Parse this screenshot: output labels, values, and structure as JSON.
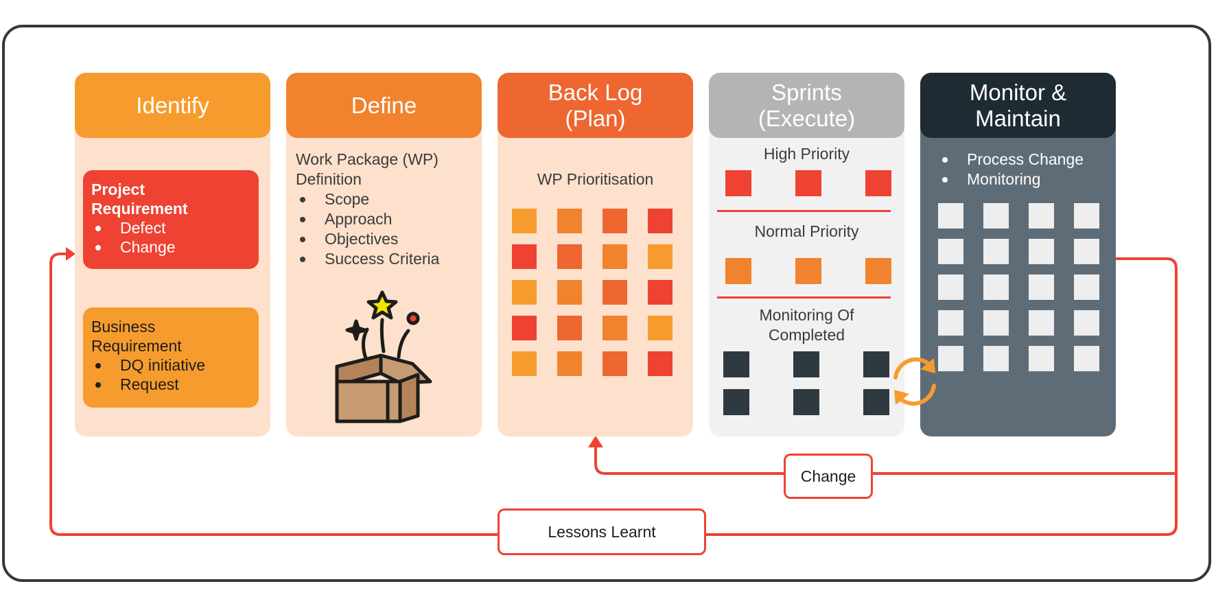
{
  "columns": {
    "identify": {
      "title": "Identify",
      "project": {
        "title_line1": "Project",
        "title_line2": "Requirement",
        "items": [
          "Defect",
          "Change"
        ]
      },
      "business": {
        "title_line1": "Business",
        "title_line2": "Requirement",
        "items": [
          "DQ initiative",
          "Request"
        ]
      }
    },
    "define": {
      "title": "Define",
      "heading_line1": "Work Package (WP)",
      "heading_line2": "Definition",
      "items": [
        "Scope",
        "Approach",
        "Objectives",
        "Success Criteria"
      ]
    },
    "backlog": {
      "title_line1": "Back Log",
      "title_line2": "(Plan)",
      "subtitle": "WP Prioritisation",
      "squares": [
        "#f69c2e",
        "#f1832f",
        "#ee6630",
        "#ee4232",
        "#ee4232",
        "#ee6630",
        "#f1832f",
        "#f69c2e",
        "#f69c2e",
        "#f1832f",
        "#ee6630",
        "#ee4232",
        "#ee4232",
        "#ee6630",
        "#f1832f",
        "#f69c2e",
        "#f69c2e",
        "#f1832f",
        "#ee6630",
        "#ee4232"
      ]
    },
    "sprints": {
      "title_line1": "Sprints",
      "title_line2": "(Execute)",
      "high": "High Priority",
      "normal": "Normal Priority",
      "monitoring_line1": "Monitoring Of",
      "monitoring_line2": "Completed",
      "high_color": "#ee4232",
      "normal_color": "#f1832f",
      "done_color": "#2f3a40"
    },
    "monitor": {
      "title_line1": "Monitor &",
      "title_line2": "Maintain",
      "items": [
        "Process Change",
        "Monitoring"
      ]
    }
  },
  "loops": {
    "change": "Change",
    "lessons": "Lessons Learnt"
  },
  "colors": {
    "loop": "#ee4232",
    "refresh": "#f69c2e"
  },
  "icons": [
    "open-box-icon",
    "star-icon",
    "sparkle-icon",
    "refresh-icon"
  ]
}
